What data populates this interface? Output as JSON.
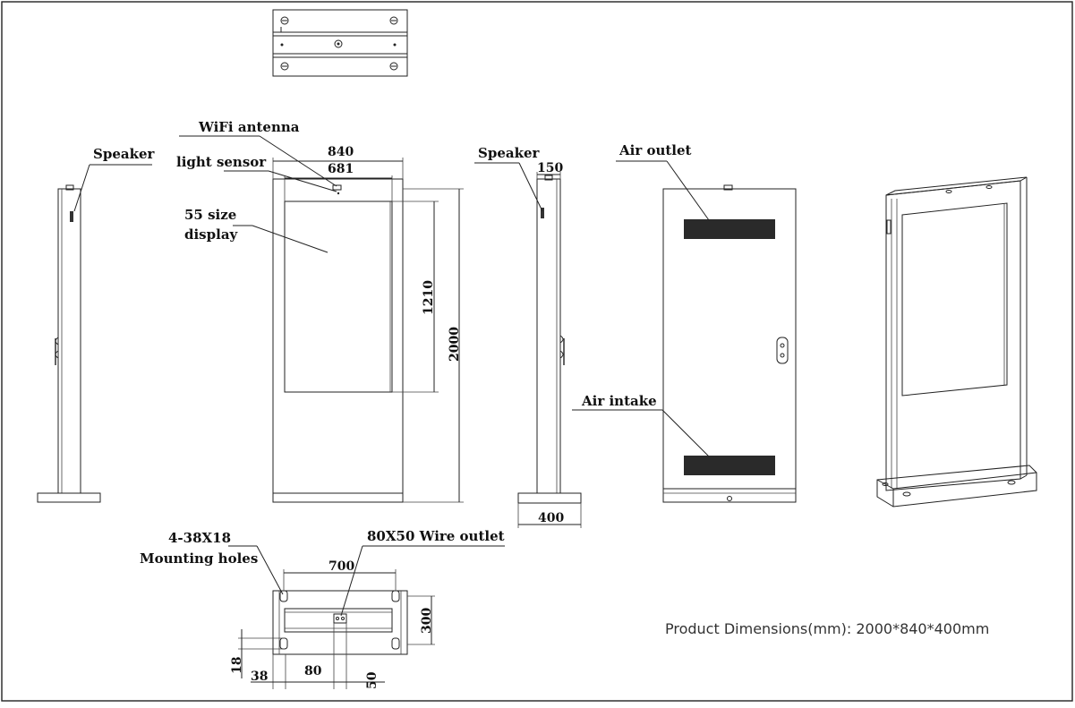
{
  "labels": {
    "wifi": "WiFi antenna",
    "light_sensor": "light sensor",
    "display_line1": "55 size",
    "display_line2": "display",
    "speaker_left": "Speaker",
    "speaker_right": "Speaker",
    "air_outlet": "Air outlet",
    "air_intake": "Air intake",
    "mount_line1": "4-38X18",
    "mount_line2": "Mounting holes",
    "wire_outlet": "80X50 Wire outlet"
  },
  "dimensions": {
    "width_outer": "840",
    "width_screen": "681",
    "screen_height": "1210",
    "total_height": "2000",
    "side_depth_top": "150",
    "base_depth": "400",
    "base_hole_span": "700",
    "base_depth_plan": "300",
    "d18": "18",
    "d38": "38",
    "d80": "80",
    "d50": "50"
  },
  "caption": "Product Dimensions(mm): 2000*840*400mm"
}
